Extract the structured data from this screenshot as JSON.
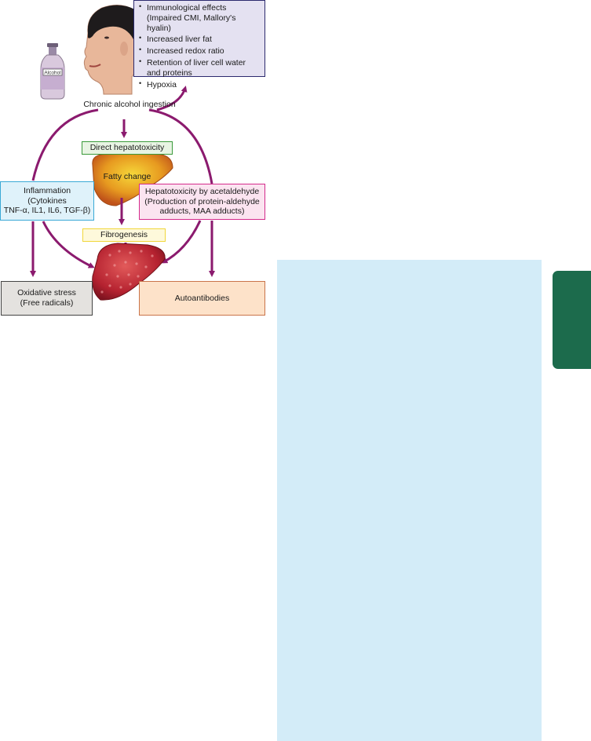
{
  "figure": {
    "effects_items": [
      "Immunological effects (Impaired CMI, Mallory's hyalin)",
      "Increased liver fat",
      "Increased redox ratio",
      "Retention of liver cell water and proteins",
      "Hypoxia"
    ],
    "bottle_label": "Alcohol",
    "chronic_line1": "Chronic alcohol",
    "chronic_line2": "ingestion",
    "direct_label": "Direct hepatotoxicity",
    "fatty_label": "Fatty change",
    "inflam_line1": "Inflammation",
    "inflam_line2": "(Cytokines",
    "inflam_line3": "TNF-α, IL1, IL6, TGF-β)",
    "acet_line1": "Hepatotoxicity by acetaldehyde",
    "acet_line2": "(Production of protein-aldehyde",
    "acet_line3": "adducts, MAA adducts)",
    "fibro_label": "Fibrogenesis",
    "oxid_line1": "Oxidative stress",
    "oxid_line2": "(Free radicals)",
    "auto_label": "Autoantibodies"
  },
  "colors": {
    "arrow": "#8b1a6e",
    "panel": "#d3ecf8",
    "tab": "#1c6b4c"
  }
}
